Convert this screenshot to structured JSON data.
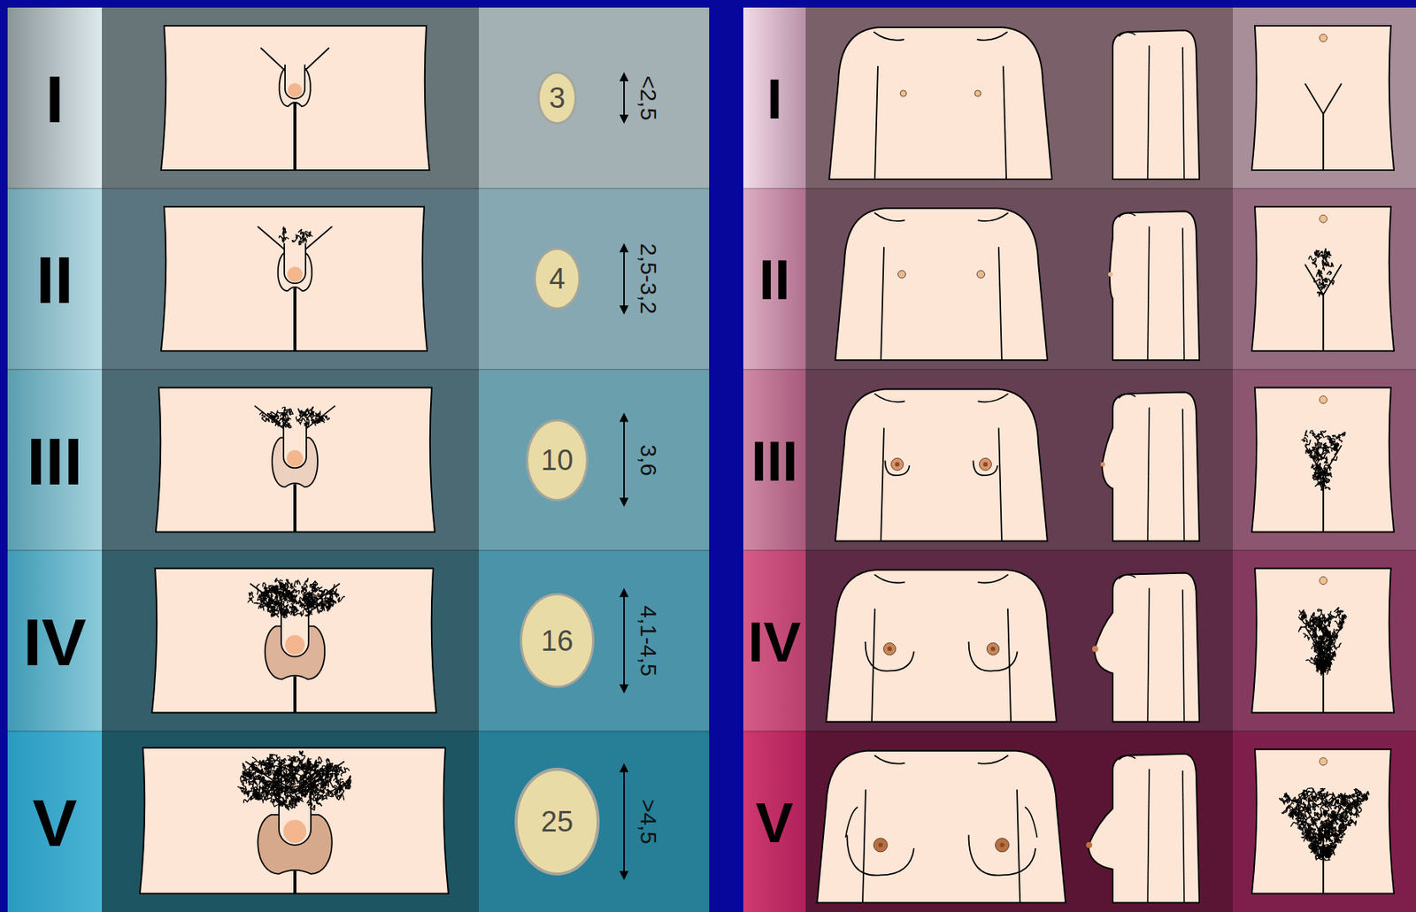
{
  "diagram": {
    "nodes": [
      {
        "text": [
          "3"
        ]
      },
      {
        "text": [
          "4"
        ]
      },
      {
        "text": [
          "10"
        ]
      },
      {
        "text": [
          "16"
        ]
      },
      {
        "text": [
          "25"
        ]
      }
    ],
    "labels": [
      "I",
      "<2,5",
      "I",
      "II",
      "2,5-3,2",
      "II",
      "III",
      "3,6",
      "III",
      "IV",
      "4,1-4,5",
      "IV",
      "V",
      ">4,5",
      "V"
    ]
  }
}
